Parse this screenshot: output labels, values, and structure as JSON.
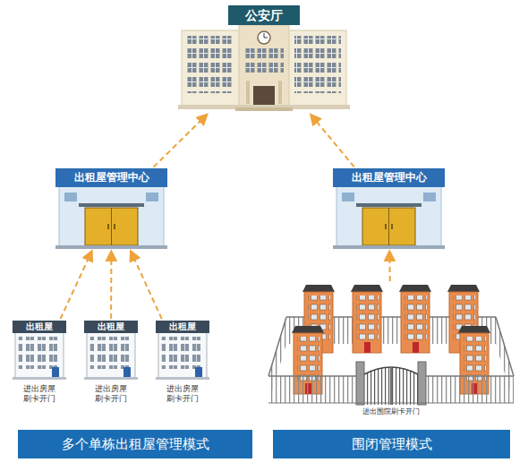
{
  "diagram": {
    "nodes": [
      {
        "text": [
          "公安厅"
        ]
      },
      {
        "text": [
          "出租屋管理中心"
        ]
      },
      {
        "text": [
          "出租屋管理中心"
        ]
      },
      {
        "text": [
          "出租屋",
          "进出房屋 刷卡开门"
        ]
      },
      {
        "text": [
          "出租屋",
          "进出房屋 刷卡开门"
        ]
      },
      {
        "text": [
          "出租屋",
          "进出房屋 刷卡开门"
        ]
      },
      {
        "text": [
          "进出围院刷卡开门"
        ]
      },
      {
        "text": [
          "多个单栋出租屋管理模式"
        ]
      },
      {
        "text": [
          "围闭管理模式"
        ]
      }
    ],
    "edges": [
      {
        "from": 1,
        "to": 0,
        "arrow": "to"
      },
      {
        "from": 2,
        "to": 0,
        "arrow": "to"
      },
      {
        "from": 3,
        "to": 1,
        "arrow": "to"
      },
      {
        "from": 4,
        "to": 1,
        "arrow": "to"
      },
      {
        "from": 5,
        "to": 1,
        "arrow": "to"
      },
      {
        "from": 6,
        "to": 2,
        "arrow": "to"
      }
    ]
  }
}
